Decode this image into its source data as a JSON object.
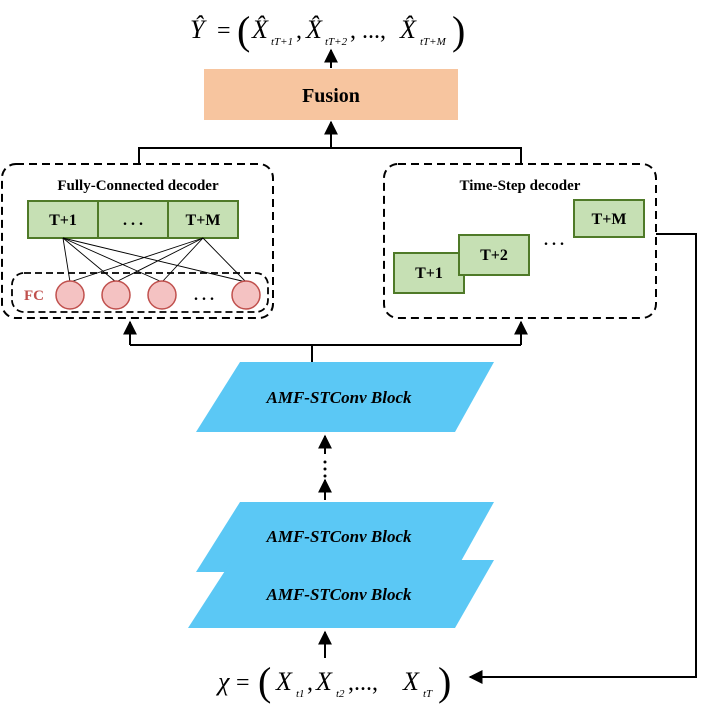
{
  "output_formula": {
    "lhs": "Ŷ",
    "eq": "=",
    "lparen": "(",
    "rparen": ")",
    "terms": [
      "X̂",
      "X̂",
      "X̂"
    ],
    "subs": [
      "tT+1",
      "tT+2",
      "tT+M"
    ],
    "sep1": ",",
    "sep2": ", ...,"
  },
  "fusion": {
    "label": "Fusion",
    "color": "#f7c59f"
  },
  "fc_decoder": {
    "title": "Fully-Connected decoder",
    "cells": [
      "T+1",
      ". . .",
      "T+M"
    ],
    "fc_label": "FC",
    "fc_dots": ". . .",
    "cell_color": "#c6e0b4",
    "cell_border": "#4f7a28",
    "node_color": "#f4c2c2",
    "node_border": "#c0504d"
  },
  "ts_decoder": {
    "title": "Time-Step decoder",
    "cells": [
      "T+1",
      "T+2",
      "T+M"
    ],
    "dots": ". . ."
  },
  "blocks": {
    "label": "AMF-STConv Block",
    "color": "#5bc8f5",
    "dots": "·\n·\n·"
  },
  "input_formula": {
    "lhs": "χ",
    "eq": "=",
    "lparen": "(",
    "rparen": ")",
    "terms": [
      "X",
      "X",
      "X"
    ],
    "subs": [
      "t1",
      "t2",
      "tT"
    ],
    "sep1": ",",
    "sep2": ",...,"
  }
}
